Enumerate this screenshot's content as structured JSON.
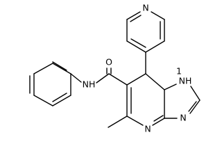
{
  "diagram": {
    "type": "chemical-structure",
    "bond_color": "#000000",
    "background": "#ffffff",
    "atom_labels": {
      "pyridine_n": "N",
      "amide_o": "O",
      "amide_nh": "NH",
      "triazole_nh": "NH",
      "triazole_n_top": "1",
      "triazole_n": "N",
      "pyrimidine_n": "N"
    }
  }
}
